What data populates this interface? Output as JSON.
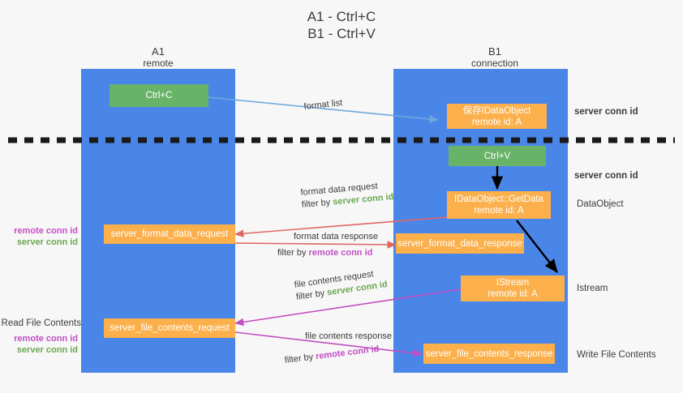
{
  "title": {
    "line1": "A1 - Ctrl+C",
    "line2": "B1 - Ctrl+V"
  },
  "columns": [
    {
      "name": "A1",
      "sub": "remote"
    },
    {
      "name": "B1",
      "sub": "connection"
    }
  ],
  "nodes": {
    "ctrl_c": {
      "label": "Ctrl+C",
      "color": "#69b368"
    },
    "save_idataobject": {
      "line1": "保存IDataObject",
      "line2": "remote id: A",
      "color": "#fbb04c"
    },
    "ctrl_v": {
      "label": "Ctrl+V",
      "color": "#69b368"
    },
    "getdata": {
      "line1": "IDataObject::GetData",
      "line2": "remote id: A",
      "color": "#fbb04c"
    },
    "istream": {
      "line1": "IStream",
      "line2": "remote id: A",
      "color": "#fbb04c"
    },
    "server_format_data_request": {
      "label": "server_format_data_request",
      "color": "#fbb04c"
    },
    "server_format_data_response": {
      "label": "server_format_data_response",
      "color": "#fbb04c"
    },
    "server_file_contents_request": {
      "label": "server_file_contents_request",
      "color": "#fbb04c"
    },
    "server_file_contents_response": {
      "label": "server_file_contents_response",
      "color": "#fbb04c"
    }
  },
  "edge_labels": {
    "format_list": "format list",
    "format_data_request": "format data request",
    "format_data_request_filter_prefix": "filter by ",
    "format_data_request_filter_value": "server conn id",
    "format_data_response": "format data response",
    "format_data_response_filter_prefix": "filter by ",
    "format_data_response_filter_value": "remote conn id",
    "file_contents_request": "file contents request",
    "file_contents_request_filter_prefix": "filter by ",
    "file_contents_request_filter_value": "server conn id",
    "file_contents_response": "file contents response",
    "file_contents_response_filter_prefix": "filter by ",
    "file_contents_response_filter_value": "remote conn id"
  },
  "right_labels": {
    "server_conn_id_1": "server conn id",
    "server_conn_id_2": "server conn id",
    "dataobject": "DataObject",
    "istream": "Istream",
    "write_file_contents": "Write File Contents"
  },
  "left_labels": {
    "remote_conn_id_1": "remote conn id",
    "server_conn_id_1": "server conn id",
    "read_file_contents": "Read File Contents",
    "remote_conn_id_2": "remote conn id",
    "server_conn_id_2": "server conn id"
  },
  "colors": {
    "lane": "#4a86e8",
    "green_box": "#69b368",
    "orange_box": "#fbb04c",
    "green_text": "#6aa84f",
    "purple_text": "#c24ec2",
    "arrow_blue": "#6fa8dc",
    "arrow_red": "#e06666",
    "arrow_magenta": "#c24ec2",
    "arrow_black": "#000000",
    "background": "#f7f7f7"
  }
}
